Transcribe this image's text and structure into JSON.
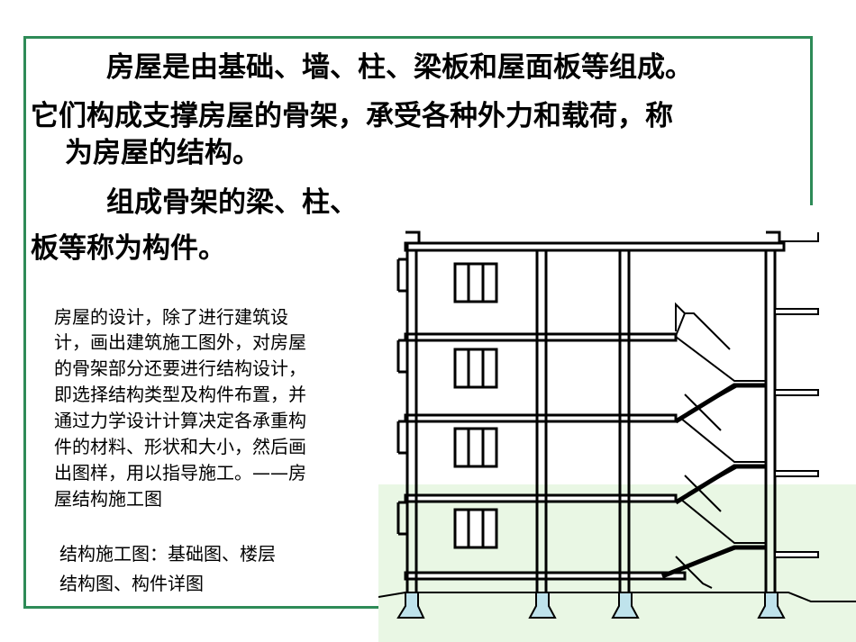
{
  "paragraph1": {
    "line1": "房屋是由基础、墙、柱、梁板和屋面板等组成。",
    "line2": "它们构成支撑房屋的骨架，承受各种外力和载荷，称",
    "line3": "为房屋的结构。"
  },
  "paragraph2": {
    "line1": "组成骨架的梁、柱、",
    "line2": "板等称为构件。"
  },
  "paragraph3": {
    "lines": [
      "  房屋的设计，除了进行建筑设",
      "计，画出建筑施工图外，对房屋",
      "的骨架部分还要进行结构设计，",
      "即选择结构类型及构件布置，并",
      "通过力学设计计算决定各承重构",
      "件的材料、形状和大小，然后画",
      "出图样，用以指导施工。——房",
      "屋结构施工图"
    ]
  },
  "paragraph4": {
    "line1": "结构施工图：基础图、楼层",
    "line2": "结构图、构件详图"
  },
  "colors": {
    "frame": "#2e8b57",
    "footing": "#bfe3ec",
    "ground_overlay": "#e9f7e4"
  }
}
